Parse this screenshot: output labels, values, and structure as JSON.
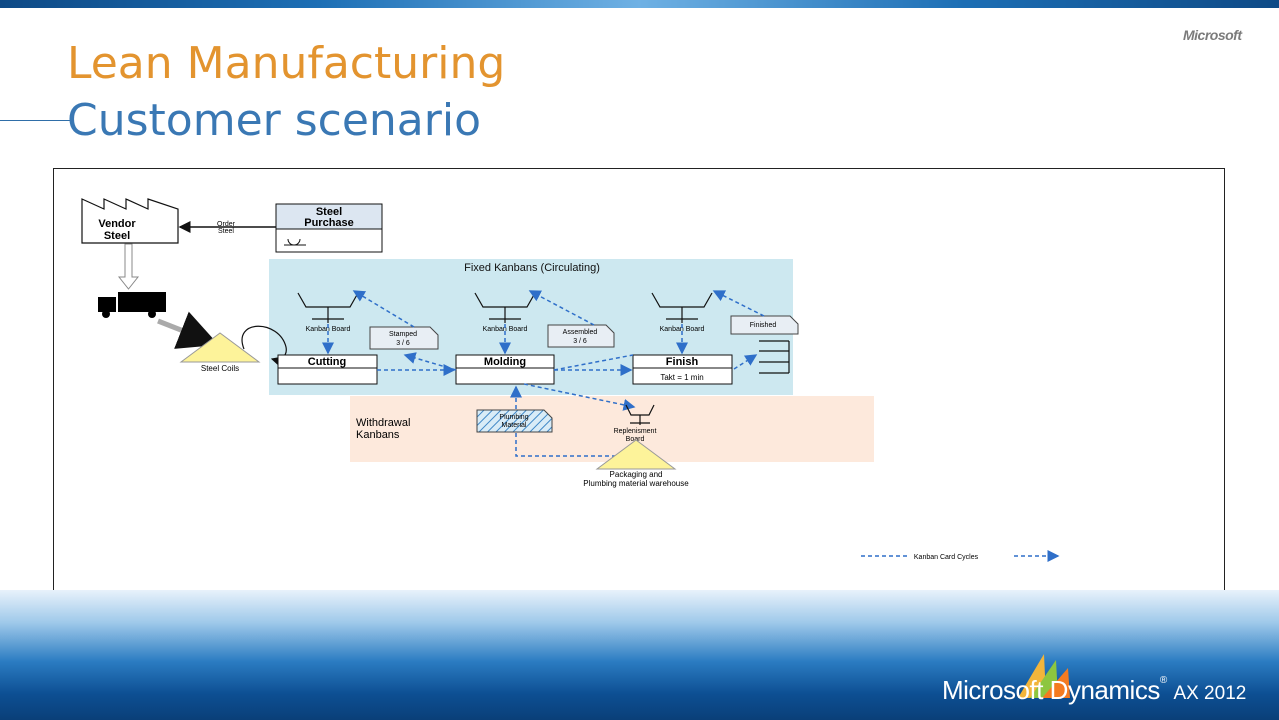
{
  "header": {
    "title_line1": "Lean Manufacturing",
    "title_line2": "Customer scenario",
    "microsoft_logo": "Microsoft"
  },
  "footer": {
    "brand_name": "Microsoft Dynamics",
    "brand_mark": "®",
    "brand_version": "AX 2012"
  },
  "diagram": {
    "vendor": "Vendor",
    "vendor2": "Steel",
    "order1": "Order",
    "order2": "Steel",
    "purchase1": "Steel",
    "purchase2": "Purchase",
    "steel_coils": "Steel Coils",
    "fixed_title": "Fixed Kanbans (Circulating)",
    "kanban_board": "Kanban Board",
    "stamped": "Stamped",
    "stamped_qty": "3 / 6",
    "assembled": "Assembled",
    "assembled_qty": "3 / 6",
    "finished": "Finished",
    "cutting": "Cutting",
    "molding": "Molding",
    "finish": "Finish",
    "takt": "Takt = 1 min",
    "withdrawal1": "Withdrawal",
    "withdrawal2": "Kanbans",
    "plumbing1": "Plumbing",
    "plumbing2": "Material",
    "replenish1": "Replenisment",
    "replenish2": "Board",
    "warehouse1": "Packaging and",
    "warehouse2": "Plumbing material warehouse",
    "legend": "Kanban Card Cycles"
  },
  "colors": {
    "title_orange": "#e3942f",
    "title_blue": "#3a78b4",
    "fixed_zone": "#cde8f0",
    "withdrawal_zone": "#fde9dc",
    "kanban_arrow": "#2f6fc9",
    "triangle": "#fdf39a"
  }
}
